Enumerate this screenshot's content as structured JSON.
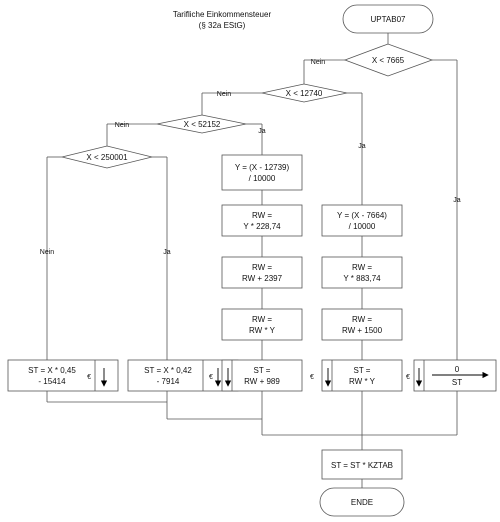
{
  "header": {
    "title": "Tarifliche Einkommensteuer",
    "subtitle": "(§ 32a EStG)"
  },
  "start": "UPTAB07",
  "end": "ENDE",
  "decisions": {
    "d1": "X < 7665",
    "d2": "X < 12740",
    "d3": "X < 52152",
    "d4": "X < 250001"
  },
  "branch_labels": {
    "yes": "Ja",
    "no": "Nein"
  },
  "zone_zero": {
    "value": "0",
    "target": "ST"
  },
  "zone_two": {
    "y_line1": "Y = (X - 7664)",
    "y_line2": "/ 10000",
    "rw1_line1": "RW =",
    "rw1_line2": "Y * 883,74",
    "rw2_line1": "RW =",
    "rw2_line2": "RW + 1500",
    "st_line1": "ST =",
    "st_line2": "RW * Y"
  },
  "zone_three": {
    "y_line1": "Y = (X - 12739)",
    "y_line2": "/ 10000",
    "rw1_line1": "RW =",
    "rw1_line2": "Y * 228,74",
    "rw2_line1": "RW =",
    "rw2_line2": "RW + 2397",
    "rw3_line1": "RW =",
    "rw3_line2": "RW * Y",
    "st_line1": "ST =",
    "st_line2": "RW + 989"
  },
  "zone_four": {
    "st_line1": "ST = X * 0,42",
    "st_line2": "- 7914"
  },
  "zone_five": {
    "st_line1": "ST = X * 0,45",
    "st_line2": "- 15414"
  },
  "final_step": "ST = ST * KZTAB",
  "euro_marker": "€"
}
